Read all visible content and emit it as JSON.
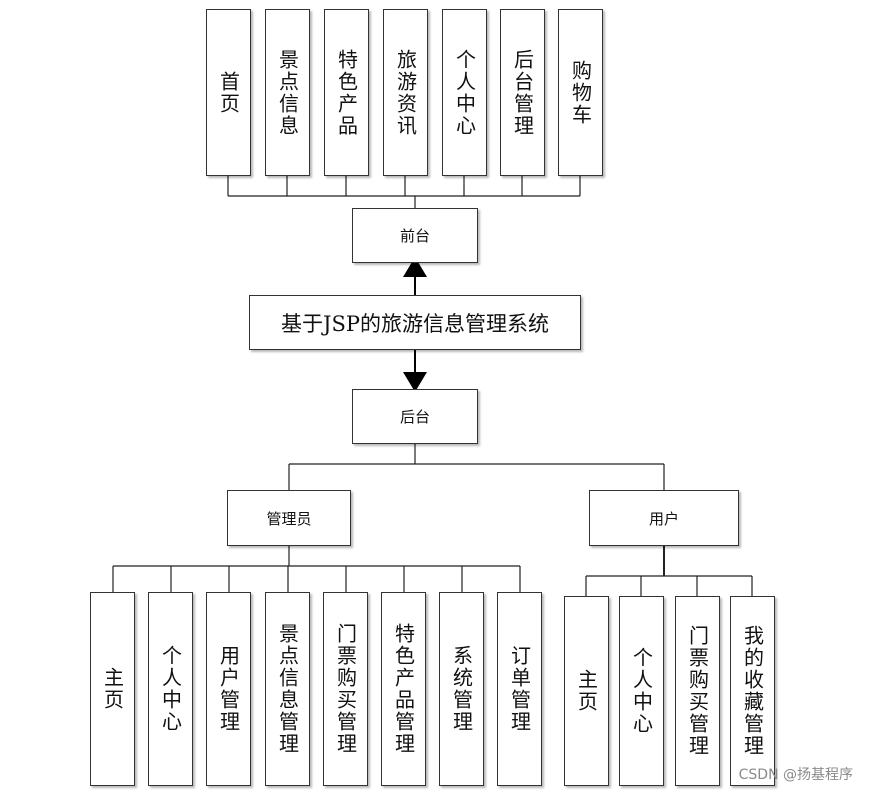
{
  "system_title": "基于JSP的旅游信息管理系统",
  "frontend": {
    "label": "前台",
    "modules": [
      "首页",
      "景点信息",
      "特色产品",
      "旅游资讯",
      "个人中心",
      "后台管理",
      "购物车"
    ]
  },
  "backend": {
    "label": "后台",
    "admin": {
      "label": "管理员",
      "modules": [
        "主页",
        "个人中心",
        "用户管理",
        "景点信息管理",
        "门票购买管理",
        "特色产品管理",
        "系统管理",
        "订单管理"
      ]
    },
    "user": {
      "label": "用户",
      "modules": [
        "主页",
        "个人中心",
        "门票购买管理",
        "我的收藏管理"
      ]
    }
  },
  "watermark": "CSDN @扬基程序"
}
